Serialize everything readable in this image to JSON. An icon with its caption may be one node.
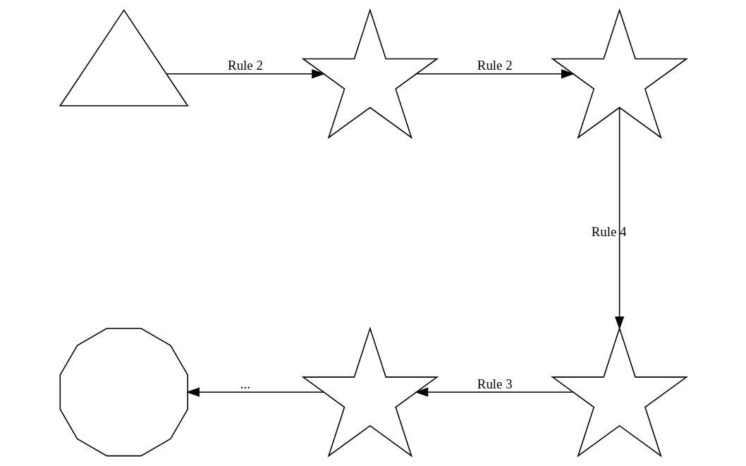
{
  "diagram": {
    "nodes": [
      {
        "text": [],
        "shape": "triangle"
      },
      {
        "text": [],
        "shape": "star"
      },
      {
        "text": [],
        "shape": "star"
      },
      {
        "text": [],
        "shape": "star"
      },
      {
        "text": [],
        "shape": "star"
      },
      {
        "text": [],
        "shape": "snowflake"
      }
    ],
    "edges": [
      {
        "from": 0,
        "to": 1,
        "arrow": "to",
        "label": "Rule 2"
      },
      {
        "from": 1,
        "to": 2,
        "arrow": "to",
        "label": "Rule 2"
      },
      {
        "from": 2,
        "to": 3,
        "arrow": "to",
        "label": "Rule 4"
      },
      {
        "from": 3,
        "to": 4,
        "arrow": "to",
        "label": "Rule 3"
      },
      {
        "from": 4,
        "to": 5,
        "arrow": "to",
        "label": "..."
      }
    ]
  }
}
